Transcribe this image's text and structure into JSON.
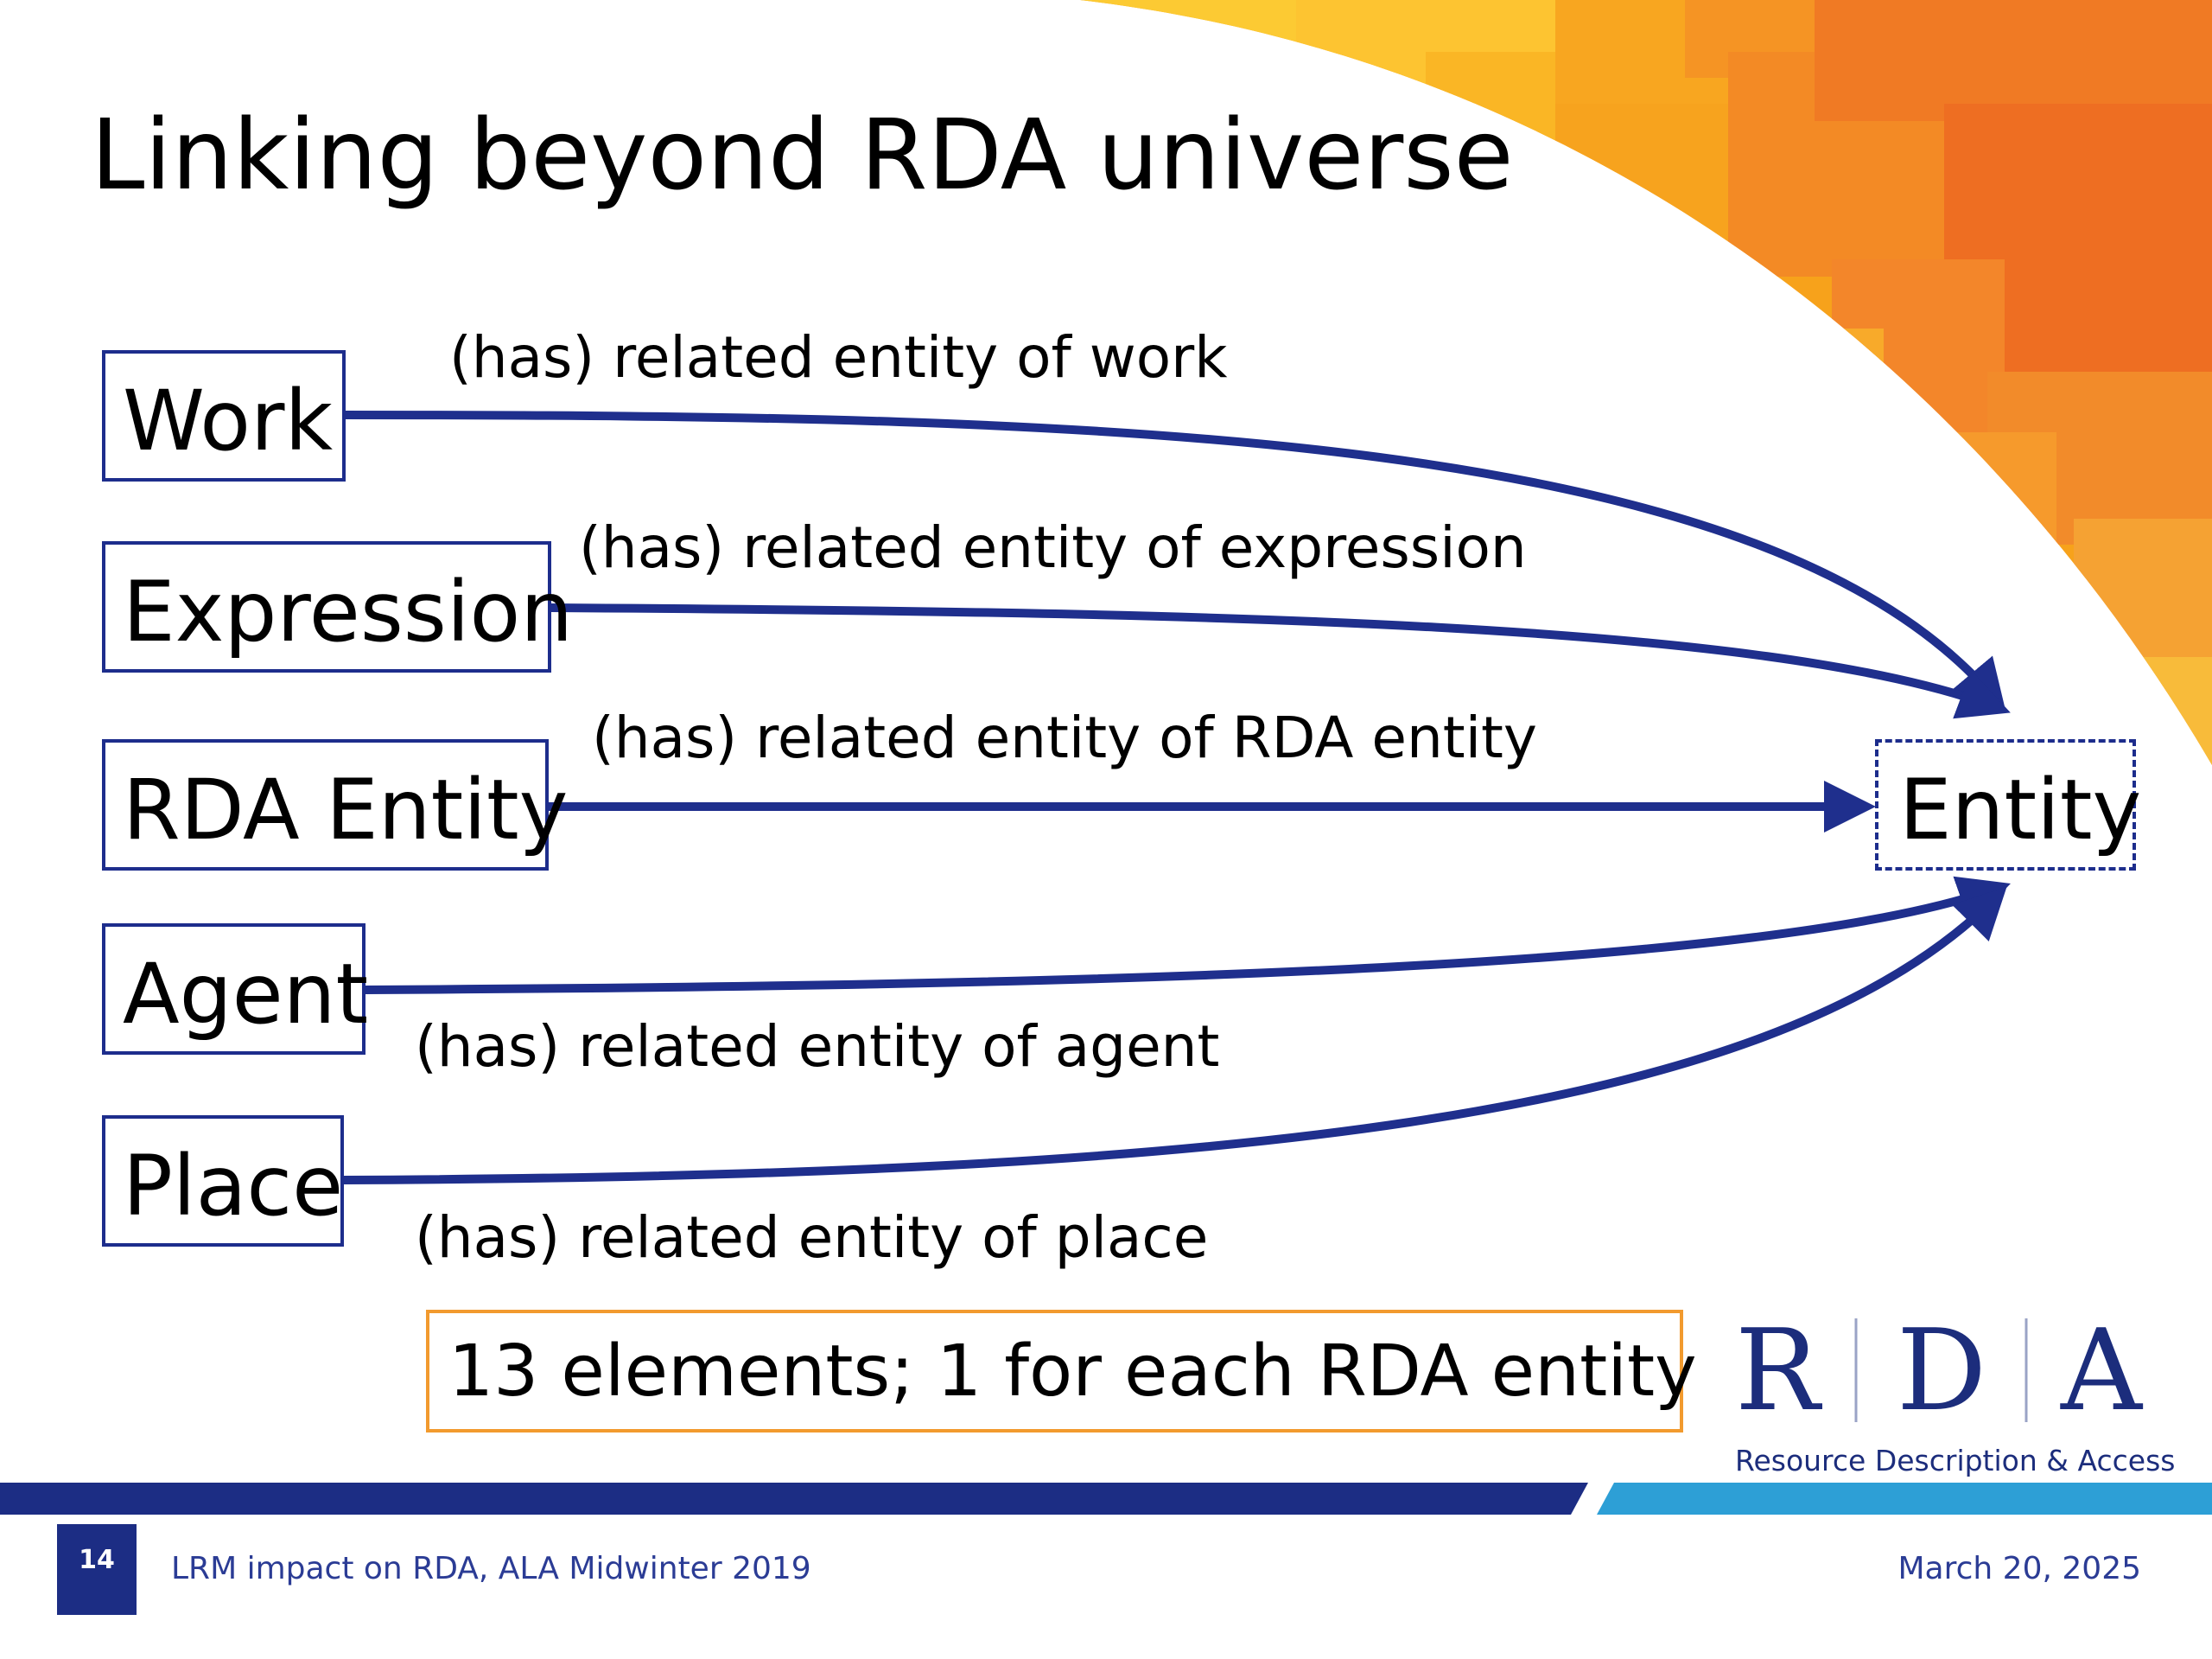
{
  "slide": {
    "title": "Linking beyond RDA universe"
  },
  "entities": {
    "work": "Work",
    "expression": "Expression",
    "rda_entity": "RDA Entity",
    "agent": "Agent",
    "place": "Place",
    "target": "Entity"
  },
  "relationships": {
    "work": "(has) related entity of work",
    "expression": "(has) related entity of expression",
    "rda_entity": "(has) related entity of RDA entity",
    "agent": "(has) related entity of agent",
    "place": "(has) related entity of place"
  },
  "callout": "13 elements; 1 for each RDA entity",
  "logo": {
    "letters": [
      "R",
      "D",
      "A"
    ],
    "tagline": "Resource Description & Access"
  },
  "footer": {
    "page_number": "14",
    "presentation": "LRM impact on RDA, ALA Midwinter 2019",
    "date": "March 20, 2025"
  },
  "colors": {
    "arrow": "#1f2f8d",
    "box_border": "#1d2d8c",
    "callout_border": "#f29a2e",
    "footer_dark_blue": "#1c2d84",
    "footer_light_blue": "#2d9fd6",
    "logo_blue": "#1c2d7c"
  }
}
